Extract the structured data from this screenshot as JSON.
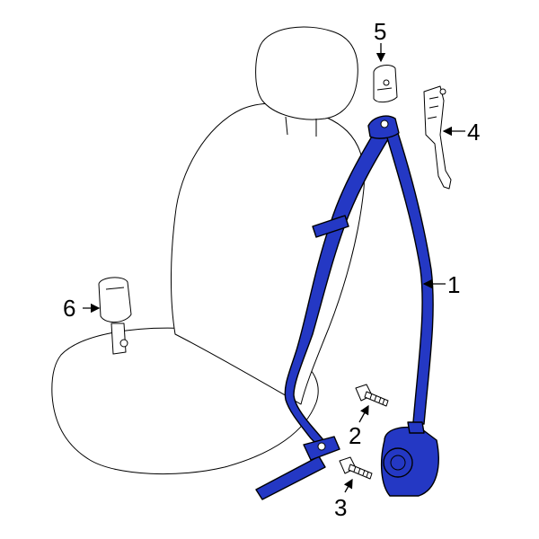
{
  "colors": {
    "belt": "#2438c4",
    "outline": "#000000",
    "background": "#ffffff"
  },
  "callouts": [
    {
      "id": "1",
      "label": "1"
    },
    {
      "id": "2",
      "label": "2"
    },
    {
      "id": "3",
      "label": "3"
    },
    {
      "id": "4",
      "label": "4"
    },
    {
      "id": "5",
      "label": "5"
    },
    {
      "id": "6",
      "label": "6"
    }
  ]
}
